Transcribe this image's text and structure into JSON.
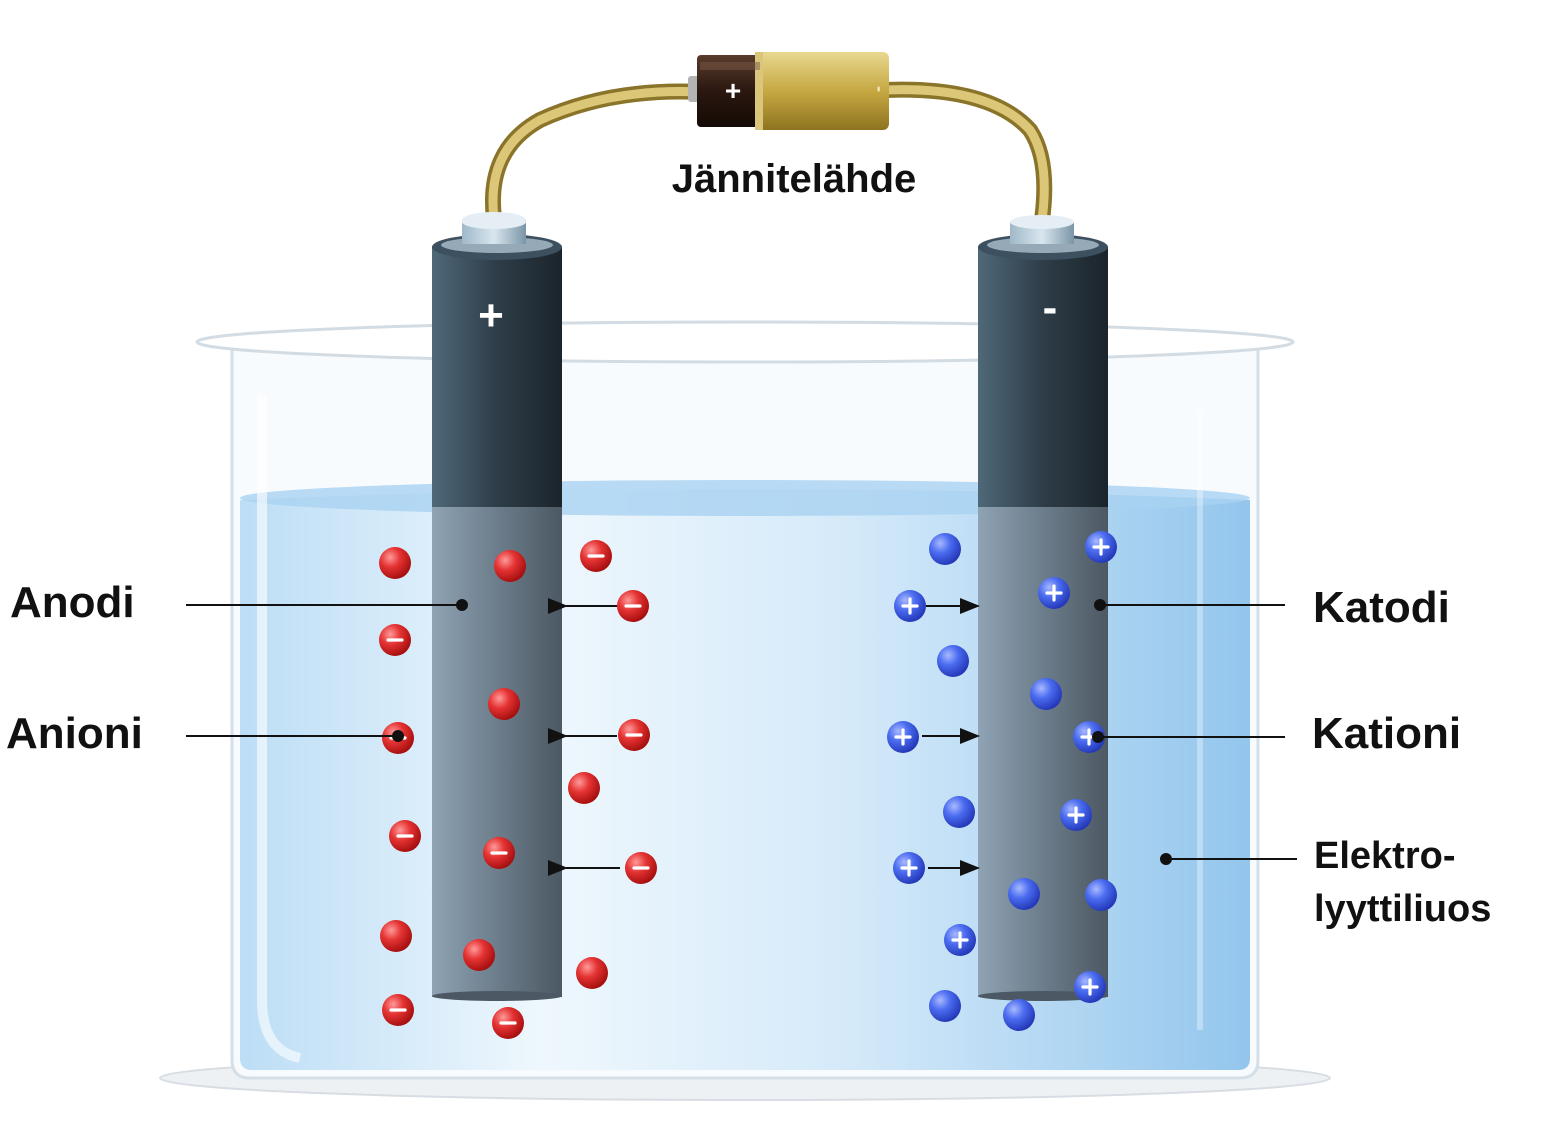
{
  "labels": {
    "power_source": "Jännitelähde",
    "anode": "Anodi",
    "anion": "Anioni",
    "cathode": "Katodi",
    "cation": "Kationi",
    "electrolyte_line1": "Elektro-",
    "electrolyte_line2": "lyyttiliuos"
  },
  "symbols": {
    "anode_sign": "+",
    "cathode_sign": "-",
    "battery_plus": "+",
    "battery_minus": "-"
  },
  "colors": {
    "anion": "#e02424",
    "cation": "#3a5ee8",
    "electrolyte": "#9fcbee",
    "electrode": "#5e6e7c",
    "wire": "#c9b25a"
  }
}
